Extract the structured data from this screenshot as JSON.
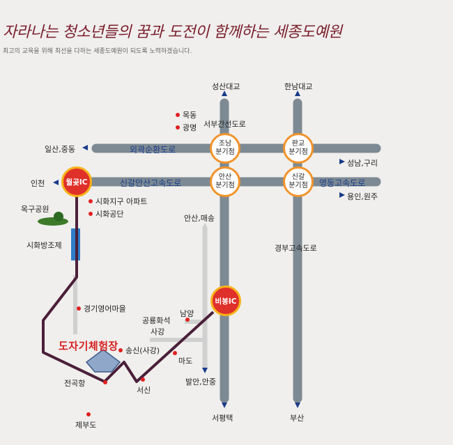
{
  "header": {
    "title": "자라나는 청소년들의 꿈과 도전이 함께하는 세종도예원",
    "subtitle": "최고의 교육을 위해 최선을 다하는 세종도예원이 되도록 노력하겠습니다."
  },
  "map": {
    "places": {
      "seongsan": "성산대교",
      "hannam": "한남대교",
      "mokdong": "목동",
      "gwangmyeong": "광명",
      "seobu": "서부간선도로",
      "ilsan": "일산,중동",
      "oegwak": "외곽순환도로",
      "seongnam": "성남,구리",
      "incheon": "인천",
      "singal_ansan": "신갈안산고속도로",
      "yeongdong": "영동고속도로",
      "yongin": "용인,원주",
      "sihwa_apt": "시화지구 아파트",
      "sihwa_complex": "시화공단",
      "okgu": "옥구공원",
      "sihwa_dam": "시화방조제",
      "ansan_maesong": "안산,매송",
      "gyeongbu": "경부고속도로",
      "gyeonggi_eomaeul": "경기영어마을",
      "namyang": "남양",
      "gongryong": "공룡화석",
      "sagang_top": "사강",
      "songsin": "송신(사강)",
      "mado": "마도",
      "jeongokhang": "전곡항",
      "seosin": "서신",
      "balan": "발안,안중",
      "pyeongtaek": "서평택",
      "busan": "부산",
      "jebudo": "제부도",
      "site": "도자기체험장"
    },
    "ic": {
      "wolgot": "월곶IC",
      "bibong": "비봉IC"
    },
    "junctions": {
      "jonam_1": "조남",
      "jonam_2": "분기점",
      "pangyo_1": "판교",
      "pangyo_2": "분기점",
      "ansan_1": "안산",
      "ansan_2": "분기점",
      "singal_1": "신갈",
      "singal_2": "분기점"
    },
    "colors": {
      "road": "#7d8a93",
      "route": "#4a1f3a",
      "dot": "#e02020",
      "ic_fill": "#e0302a",
      "junction_ring": "#f2932a"
    }
  }
}
